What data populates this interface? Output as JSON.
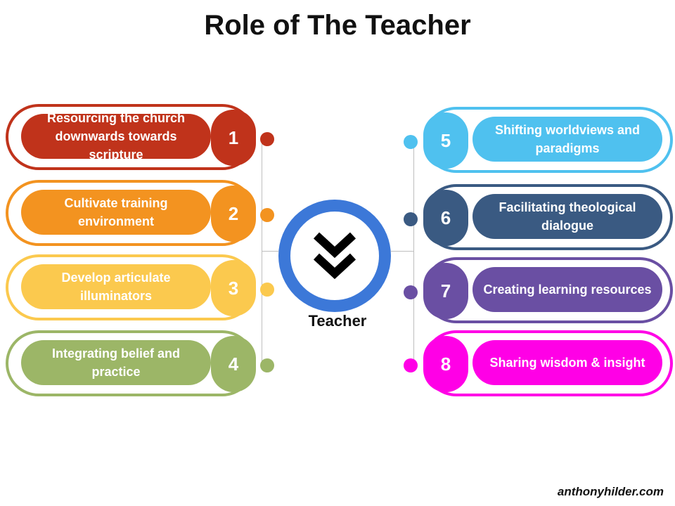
{
  "title": "Role of The Teacher",
  "center": {
    "label": "Teacher",
    "icon": "double-chevron-down-icon",
    "color": "#3c78d8"
  },
  "items": [
    {
      "number": "1",
      "text": "Resourcing the church downwards towards scripture",
      "color": "#c0331b"
    },
    {
      "number": "2",
      "text": "Cultivate training environment",
      "color": "#f39320"
    },
    {
      "number": "3",
      "text": "Develop articulate illuminators",
      "color": "#fbc94e"
    },
    {
      "number": "4",
      "text": "Integrating belief and practice",
      "color": "#9cb667"
    },
    {
      "number": "5",
      "text": "Shifting worldviews and paradigms",
      "color": "#4fc1ef"
    },
    {
      "number": "6",
      "text": "Facilitating theological dialogue",
      "color": "#3a5a82"
    },
    {
      "number": "7",
      "text": "Creating learning resources",
      "color": "#6a4fa3"
    },
    {
      "number": "8",
      "text": "Sharing wisdom & insight",
      "color": "#ff00e6"
    }
  ],
  "footer": "anthonyhilder.com"
}
